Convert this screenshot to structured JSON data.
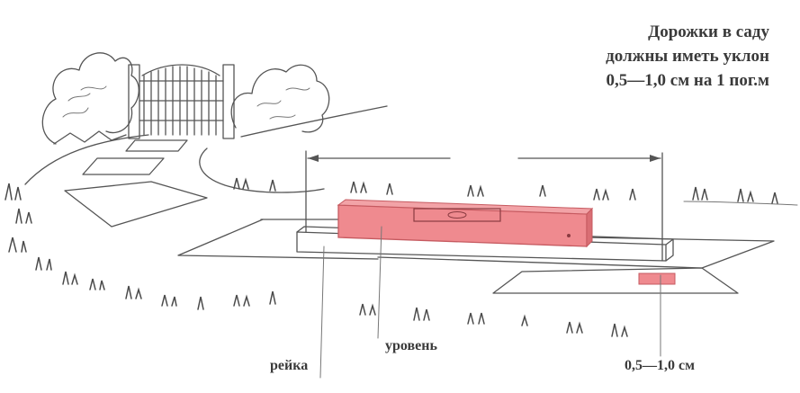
{
  "caption": {
    "line1": "Дорожки в саду",
    "line2": "должны иметь уклон",
    "line3": "0,5—1,0 см на 1 пог.м"
  },
  "labels": {
    "rail": "рейка",
    "level": "уровень",
    "slope": "0,5—1,0 см"
  },
  "colors": {
    "level_fill": "#ef8a8f",
    "level_stroke": "#c65a60",
    "ink": "#555555"
  }
}
